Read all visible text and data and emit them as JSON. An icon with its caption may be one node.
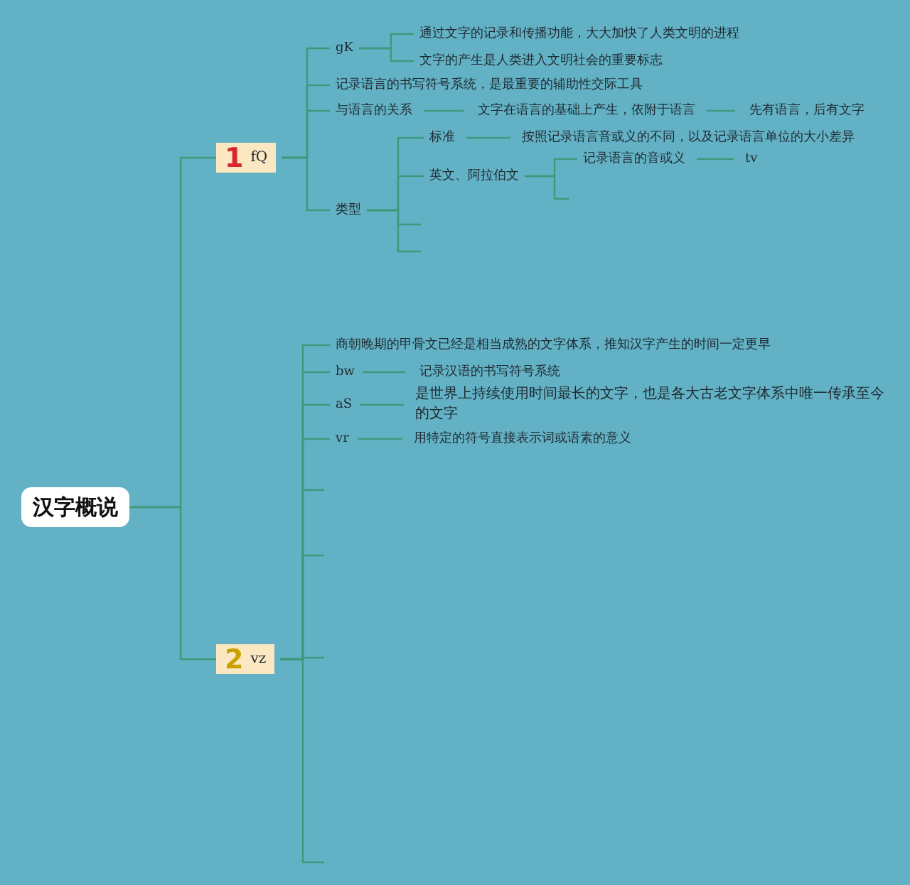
{
  "diagram": {
    "nodes": [
      {
        "text": [
          "汉字概说"
        ]
      },
      {
        "text": [
          "1",
          "fQ"
        ]
      },
      {
        "text": [
          "gK"
        ]
      },
      {
        "text": [
          "通过文字的记录和传播功能，大大加快了人类文明的进程"
        ]
      },
      {
        "text": [
          "文字的产生是人类进入文明社会的重要标志"
        ]
      },
      {
        "text": [
          "记录语言的书写符号系统，是最重要的辅助性交际工具"
        ]
      },
      {
        "text": [
          "与语言的关系"
        ]
      },
      {
        "text": [
          "文字在语言的基础上产生，依附于语言"
        ]
      },
      {
        "text": [
          "先有语言，后有文字"
        ]
      },
      {
        "text": [
          "类型"
        ]
      },
      {
        "text": [
          "标准"
        ]
      },
      {
        "text": [
          "按照记录语言音或义的不同，以及记录语言单位的大小差异"
        ]
      },
      {
        "text": [
          "英文、阿拉伯文"
        ]
      },
      {
        "text": [
          "记录语言的音或义"
        ]
      },
      {
        "text": [
          "tv"
        ]
      },
      {
        "text": [
          "2",
          "vz"
        ]
      },
      {
        "text": [
          "商朝晚期的甲骨文已经是相当成熟的文字体系，推知汉字产生的时间一定更早"
        ]
      },
      {
        "text": [
          "bw"
        ]
      },
      {
        "text": [
          "记录汉语的书写符号系统"
        ]
      },
      {
        "text": [
          "aS"
        ]
      },
      {
        "text": [
          "是世界上持续使用时间最长的文字，也是各大古老文字体系中唯一传承至今的文字"
        ]
      },
      {
        "text": [
          "vr"
        ]
      },
      {
        "text": [
          "用特定的符号直接表示词或语素的意义"
        ]
      }
    ],
    "edges": [
      {
        "from": 0,
        "to": 1,
        "arrow": "none"
      },
      {
        "from": 0,
        "to": 15,
        "arrow": "none"
      },
      {
        "from": 1,
        "to": 2,
        "arrow": "none"
      },
      {
        "from": 2,
        "to": 3,
        "arrow": "none"
      },
      {
        "from": 2,
        "to": 4,
        "arrow": "none"
      },
      {
        "from": 1,
        "to": 5,
        "arrow": "none"
      },
      {
        "from": 1,
        "to": 6,
        "arrow": "none"
      },
      {
        "from": 6,
        "to": 7,
        "arrow": "none"
      },
      {
        "from": 7,
        "to": 8,
        "arrow": "none"
      },
      {
        "from": 1,
        "to": 9,
        "arrow": "none"
      },
      {
        "from": 9,
        "to": 10,
        "arrow": "none"
      },
      {
        "from": 10,
        "to": 11,
        "arrow": "none"
      },
      {
        "from": 9,
        "to": 12,
        "arrow": "none"
      },
      {
        "from": 12,
        "to": 13,
        "arrow": "none"
      },
      {
        "from": 13,
        "to": 14,
        "arrow": "none"
      },
      {
        "from": 12,
        "to": null,
        "arrow": "none"
      },
      {
        "from": 9,
        "to": null,
        "arrow": "none"
      },
      {
        "from": 9,
        "to": null,
        "arrow": "none"
      },
      {
        "from": 15,
        "to": 16,
        "arrow": "none"
      },
      {
        "from": 15,
        "to": 17,
        "arrow": "none"
      },
      {
        "from": 17,
        "to": 18,
        "arrow": "none"
      },
      {
        "from": 15,
        "to": 19,
        "arrow": "none"
      },
      {
        "from": 19,
        "to": 20,
        "arrow": "none"
      },
      {
        "from": 15,
        "to": 21,
        "arrow": "none"
      },
      {
        "from": 21,
        "to": 22,
        "arrow": "none"
      },
      {
        "from": 15,
        "to": null,
        "arrow": "none"
      },
      {
        "from": 15,
        "to": null,
        "arrow": "none"
      },
      {
        "from": 15,
        "to": null,
        "arrow": "none"
      },
      {
        "from": 15,
        "to": null,
        "arrow": "none"
      }
    ]
  }
}
